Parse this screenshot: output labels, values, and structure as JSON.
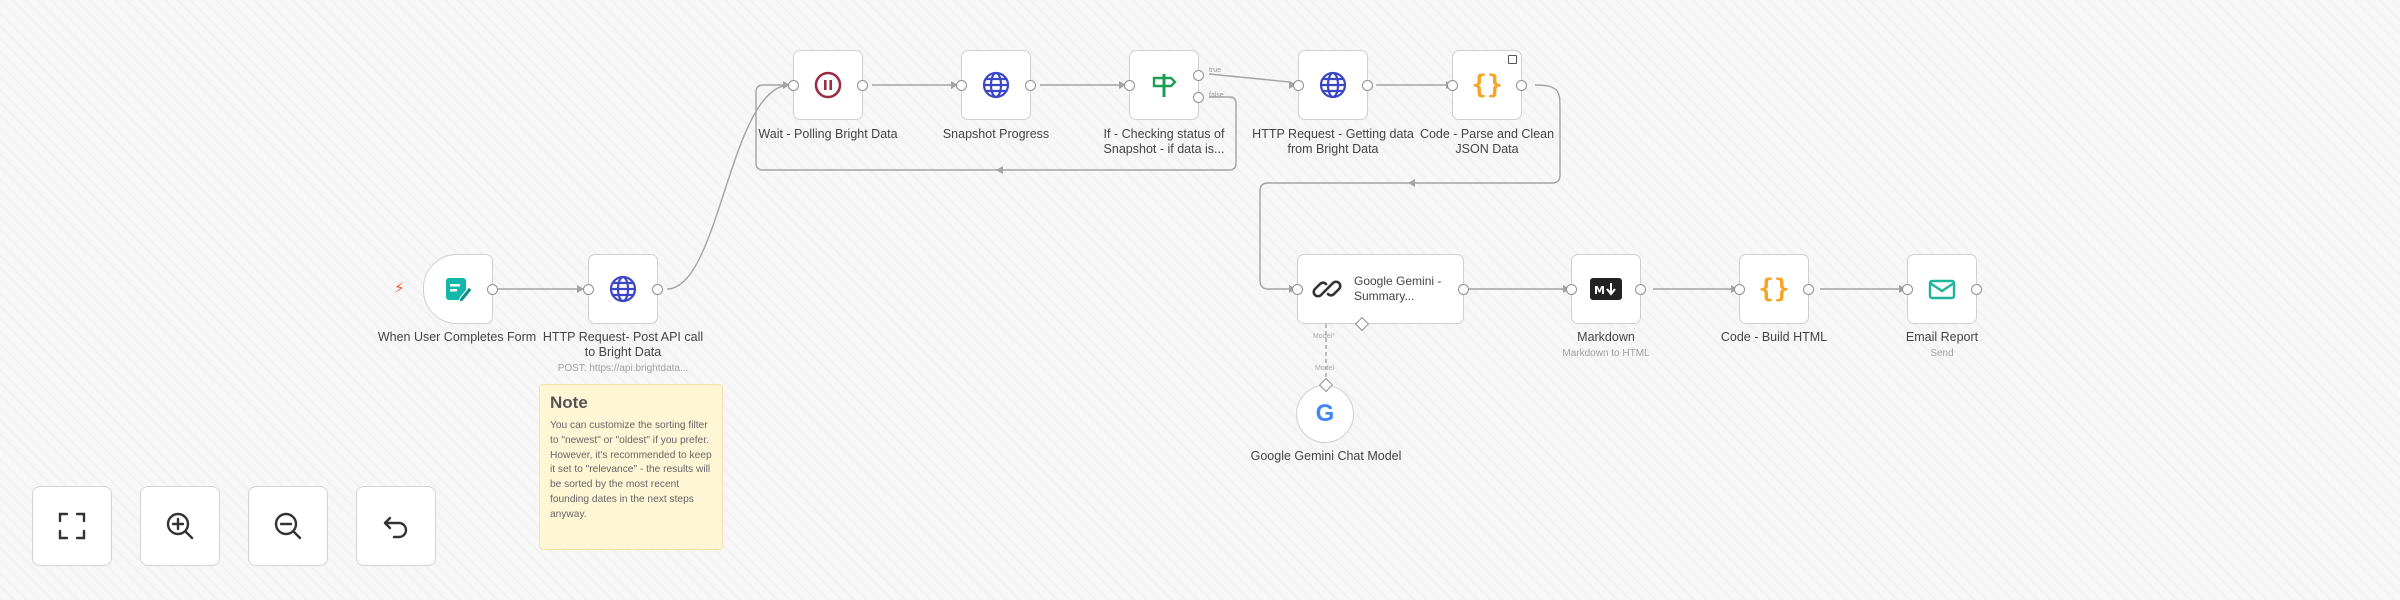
{
  "nodes": {
    "form": {
      "label": "When User Completes Form",
      "icon": "form-icon"
    },
    "http_post": {
      "label": "HTTP Request- Post API call to Bright Data",
      "sub": "POST: https://api.brightdata...",
      "icon": "globe-icon"
    },
    "wait": {
      "label": "Wait - Polling Bright Data",
      "icon": "pause-icon"
    },
    "snapshot": {
      "label": "Snapshot Progress",
      "icon": "globe-icon"
    },
    "if": {
      "label": "If - Checking status of Snapshot - if data is...",
      "icon": "signpost-icon",
      "true_label": "true",
      "false_label": "false"
    },
    "http_get": {
      "label": "HTTP Request - Getting data from Bright Data",
      "icon": "globe-icon"
    },
    "code_parse": {
      "label": "Code - Parse and Clean JSON Data",
      "icon": "braces-icon"
    },
    "gemini_summary": {
      "label": "Google Gemini - Summary...",
      "icon": "link-icon"
    },
    "markdown": {
      "label": "Markdown",
      "sub": "Markdown to HTML",
      "icon": "markdown-icon"
    },
    "code_html": {
      "label": "Code - Build HTML",
      "icon": "braces-icon"
    },
    "email": {
      "label": "Email Report",
      "sub": "Send",
      "icon": "mail-icon"
    },
    "gemini_model": {
      "label": "Google Gemini Chat Model",
      "icon": "google-icon"
    }
  },
  "edge_labels": {
    "model_out": "Model*",
    "model_in": "Model"
  },
  "note": {
    "title": "Note",
    "body": "You can customize the sorting filter to \"newest\" or \"oldest\" if you prefer. However, it's recommended to keep it set to \"relevance\" - the results will be sorted by the most recent founding dates in the next steps anyway."
  },
  "controls": [
    "fit-view-icon",
    "zoom-in-icon",
    "zoom-out-icon",
    "undo-icon"
  ],
  "colors": {
    "accent_teal": "#10b8ac",
    "globe_blue": "#3b46c4",
    "pause_red": "#9a2c43",
    "if_green": "#1f9d55",
    "braces_orange": "#f5a425",
    "mail_teal": "#1fb59a",
    "trigger_bolt": "#f15a2a"
  }
}
